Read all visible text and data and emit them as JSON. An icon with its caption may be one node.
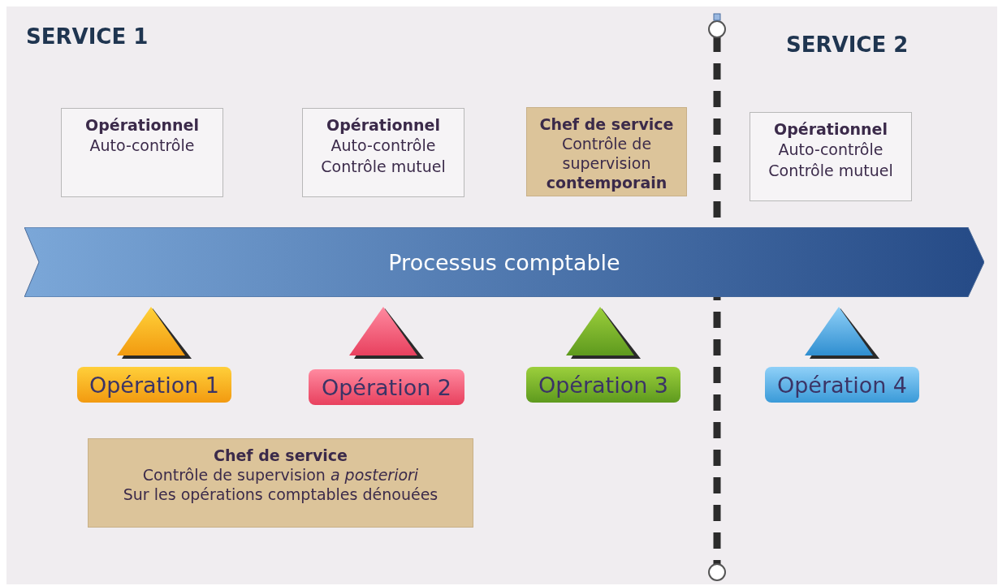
{
  "diagram": {
    "nodes": [
      {
        "text": [
          "Opérationnel",
          "Auto-contrôle"
        ]
      },
      {
        "text": [
          "Opérationnel",
          "Auto-contrôle Contrôle mutuel"
        ]
      },
      {
        "text": [
          "Chef de service",
          "Contrôle de supervision **contemporain**"
        ]
      },
      {
        "text": [
          "Opérationnel",
          "Auto-contrôle Contrôle mutuel"
        ]
      },
      {
        "text": [
          "Processus comptable"
        ]
      },
      {
        "text": [
          "Opération 1"
        ]
      },
      {
        "text": [
          "Opération 2"
        ]
      },
      {
        "text": [
          "Opération 3"
        ]
      },
      {
        "text": [
          "Opération 4"
        ]
      },
      {
        "text": [
          "Chef de service",
          "Contrôle de supervision *a posteriori*",
          "Sur les opérations comptables dénouées"
        ]
      }
    ],
    "labels": [
      "SERVICE 1",
      "SERVICE 2"
    ]
  }
}
